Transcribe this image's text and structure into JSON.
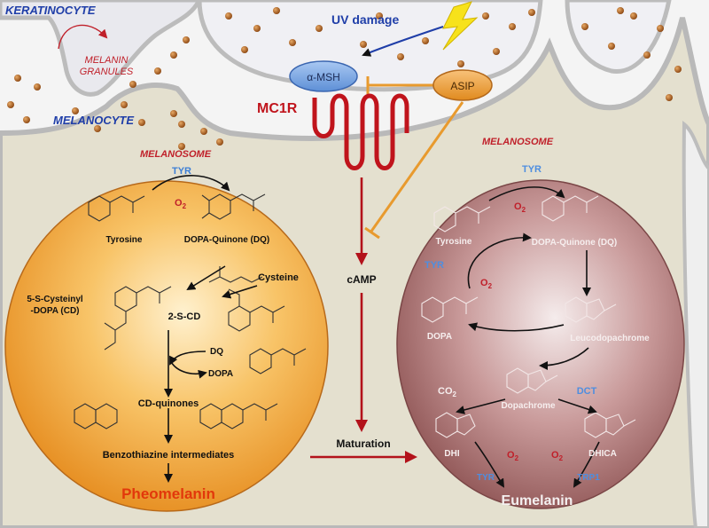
{
  "labels": {
    "keratinocyte": "KERATINOCYTE",
    "melanin_granules_1": "MELANIN",
    "melanin_granules_2": "GRANULES",
    "melanocyte": "MELANOCYTE",
    "uv_damage": "UV damage",
    "alpha_msh": "α-MSH",
    "asip": "ASIP",
    "mc1r": "MC1R",
    "camp": "cAMP",
    "maturation": "Maturation"
  },
  "left_melanosome": {
    "title": "MELANOSOME",
    "tyr": "TYR",
    "o2": "O",
    "o2_sub": "2",
    "tyrosine": "Tyrosine",
    "dopa_quinone": "DOPA-Quinone (DQ)",
    "cysteine": "Cysteine",
    "cysteinyl_1": "5-S-Cysteinyl",
    "cysteinyl_2": "-DOPA (CD)",
    "s_cd": "2-S-CD",
    "dq": "DQ",
    "dopa": "DOPA",
    "cd_quinones": "CD-quinones",
    "benzothiazine": "Benzothiazine intermediates",
    "pheomelanin": "Pheomelanin"
  },
  "right_melanosome": {
    "title": "MELANOSOME",
    "tyr_top": "TYR",
    "o2_top": "O",
    "o2_top_sub": "2",
    "tyrosine": "Tyrosine",
    "dopa_quinone": "DOPA-Quinone (DQ)",
    "tyr_mid": "TYR",
    "o2_mid": "O",
    "o2_mid_sub": "2",
    "dopa": "DOPA",
    "leucodopachrome": "Leucodopachrome",
    "dopachrome": "Dopachrome",
    "co2": "CO",
    "co2_sub": "2",
    "dct": "DCT",
    "dhi": "DHI",
    "dhica": "DHICA",
    "o2_left": "O",
    "o2_left_sub": "2",
    "o2_right": "O",
    "o2_right_sub": "2",
    "tyr_bottom": "TYR",
    "tyrp1": "TRP1",
    "eumelanin": "Eumelanin"
  },
  "colors": {
    "cytoplasm": "#e6e2d2",
    "membrane": "#b9b9b9",
    "granule": "#b5651d",
    "pheo_melanosome": "#f3a233",
    "eu_melanosome": "#a86a6a",
    "receptor": "#c0141c",
    "signal_arrow": "#b3121b",
    "enzyme_blue": "#3d7fd6",
    "asip": "#e89a2e"
  }
}
